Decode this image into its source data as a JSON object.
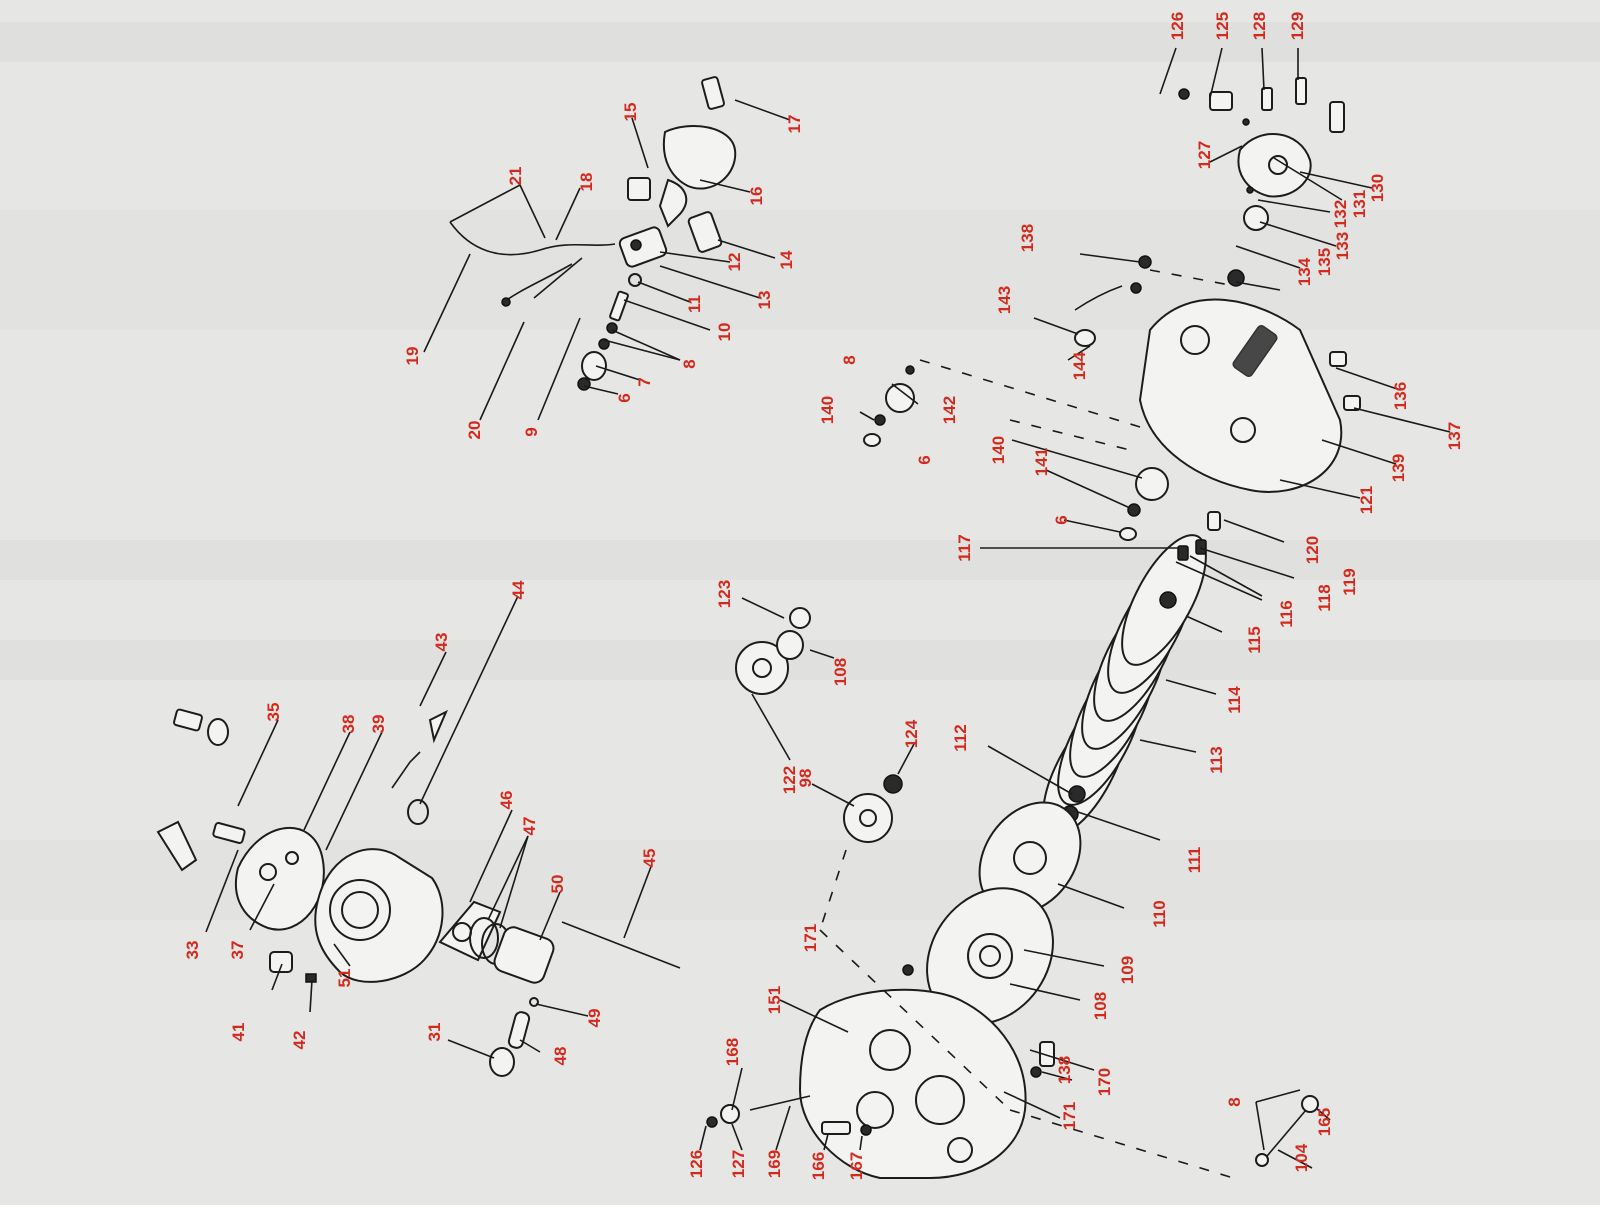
{
  "diagram": {
    "label_color": "#d42a1e",
    "line_color": "#1a1a1a",
    "background_color": "#e6e7e5",
    "callouts": [
      {
        "id": "c126a",
        "text": "126"
      },
      {
        "id": "c125",
        "text": "125"
      },
      {
        "id": "c128",
        "text": "128"
      },
      {
        "id": "c129",
        "text": "129"
      },
      {
        "id": "c127a",
        "text": "127"
      },
      {
        "id": "c130",
        "text": "130"
      },
      {
        "id": "c131",
        "text": "131"
      },
      {
        "id": "c132",
        "text": "132"
      },
      {
        "id": "c133",
        "text": "133"
      },
      {
        "id": "c134",
        "text": "134"
      },
      {
        "id": "c135",
        "text": "135"
      },
      {
        "id": "c136",
        "text": "136"
      },
      {
        "id": "c137",
        "text": "137"
      },
      {
        "id": "c139",
        "text": "139"
      },
      {
        "id": "c121",
        "text": "121"
      },
      {
        "id": "c138a",
        "text": "138"
      },
      {
        "id": "c143",
        "text": "143"
      },
      {
        "id": "c144",
        "text": "144"
      },
      {
        "id": "c8b",
        "text": "8"
      },
      {
        "id": "c140a",
        "text": "140"
      },
      {
        "id": "c142",
        "text": "142"
      },
      {
        "id": "c6b",
        "text": "6"
      },
      {
        "id": "c140b",
        "text": "140"
      },
      {
        "id": "c141",
        "text": "141"
      },
      {
        "id": "c6c",
        "text": "6"
      },
      {
        "id": "c117",
        "text": "117"
      },
      {
        "id": "c120",
        "text": "120"
      },
      {
        "id": "c119",
        "text": "119"
      },
      {
        "id": "c118",
        "text": "118"
      },
      {
        "id": "c116",
        "text": "116"
      },
      {
        "id": "c115",
        "text": "115"
      },
      {
        "id": "c114",
        "text": "114"
      },
      {
        "id": "c113",
        "text": "113"
      },
      {
        "id": "c112",
        "text": "112"
      },
      {
        "id": "c111",
        "text": "111"
      },
      {
        "id": "c110",
        "text": "110"
      },
      {
        "id": "c109",
        "text": "109"
      },
      {
        "id": "c108a",
        "text": "108"
      },
      {
        "id": "c108b",
        "text": "108"
      },
      {
        "id": "c123",
        "text": "123"
      },
      {
        "id": "c122",
        "text": "122"
      },
      {
        "id": "c98",
        "text": "98"
      },
      {
        "id": "c124",
        "text": "124"
      },
      {
        "id": "c171a",
        "text": "171"
      },
      {
        "id": "c151",
        "text": "151"
      },
      {
        "id": "c168",
        "text": "168"
      },
      {
        "id": "c138b",
        "text": "138"
      },
      {
        "id": "c170",
        "text": "170"
      },
      {
        "id": "c171b",
        "text": "171"
      },
      {
        "id": "c165",
        "text": "165"
      },
      {
        "id": "c8c",
        "text": "8"
      },
      {
        "id": "c104",
        "text": "104"
      },
      {
        "id": "c126b",
        "text": "126"
      },
      {
        "id": "c127b",
        "text": "127"
      },
      {
        "id": "c169",
        "text": "169"
      },
      {
        "id": "c166",
        "text": "166"
      },
      {
        "id": "c167",
        "text": "167"
      },
      {
        "id": "c15",
        "text": "15"
      },
      {
        "id": "c17",
        "text": "17"
      },
      {
        "id": "c21",
        "text": "21"
      },
      {
        "id": "c18",
        "text": "18"
      },
      {
        "id": "c16",
        "text": "16"
      },
      {
        "id": "c14",
        "text": "14"
      },
      {
        "id": "c12",
        "text": "12"
      },
      {
        "id": "c13",
        "text": "13"
      },
      {
        "id": "c11",
        "text": "11"
      },
      {
        "id": "c10",
        "text": "10"
      },
      {
        "id": "c8a",
        "text": "8"
      },
      {
        "id": "c7",
        "text": "7"
      },
      {
        "id": "c6a",
        "text": "6"
      },
      {
        "id": "c9",
        "text": "9"
      },
      {
        "id": "c20",
        "text": "20"
      },
      {
        "id": "c19",
        "text": "19"
      },
      {
        "id": "c44",
        "text": "44"
      },
      {
        "id": "c43",
        "text": "43"
      },
      {
        "id": "c35",
        "text": "35"
      },
      {
        "id": "c38",
        "text": "38"
      },
      {
        "id": "c39",
        "text": "39"
      },
      {
        "id": "c46",
        "text": "46"
      },
      {
        "id": "c47",
        "text": "47"
      },
      {
        "id": "c45",
        "text": "45"
      },
      {
        "id": "c50",
        "text": "50"
      },
      {
        "id": "c33",
        "text": "33"
      },
      {
        "id": "c37",
        "text": "37"
      },
      {
        "id": "c51",
        "text": "51"
      },
      {
        "id": "c41",
        "text": "41"
      },
      {
        "id": "c42",
        "text": "42"
      },
      {
        "id": "c31",
        "text": "31"
      },
      {
        "id": "c48",
        "text": "48"
      },
      {
        "id": "c49",
        "text": "49"
      }
    ]
  }
}
